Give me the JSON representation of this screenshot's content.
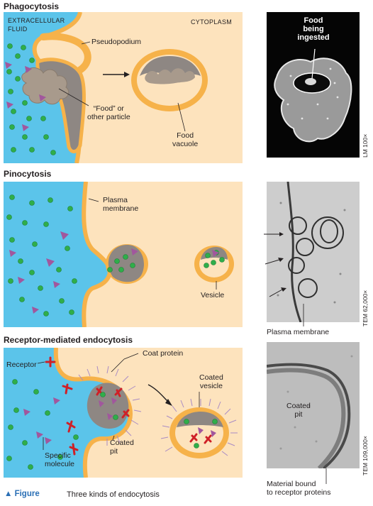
{
  "phagocytosis": {
    "title": "Phagocytosis",
    "extracellular_fluid": "Extracellular\nfluid",
    "cytoplasm": "Cytoplasm",
    "pseudopodium": "Pseudopodium",
    "food_particle": "“Food” or\nother particle",
    "food_vacuole": "Food\nvacuole",
    "micrograph_caption": "Food\nbeing\ningested",
    "magnification": "LM 100×"
  },
  "pinocytosis": {
    "title": "Pinocytosis",
    "plasma_membrane": "Plasma\nmembrane",
    "vesicle": "Vesicle",
    "micrograph_label": "Plasma membrane",
    "magnification": "TEM 62,000×"
  },
  "receptor": {
    "title": "Receptor-mediated endocytosis",
    "receptor_label": "Receptor",
    "coat_protein": "Coat protein",
    "coated_vesicle": "Coated\nvesicle",
    "coated_pit": "Coated\npit",
    "specific_molecule": "Specific\nmolecule",
    "micrograph_coated_pit": "Coated\npit",
    "material_bound": "Material bound\nto receptor proteins",
    "magnification": "TEM 109,000×"
  },
  "figure": {
    "label": "▲ Figure",
    "caption": "Three kinds of endocytosis"
  },
  "colors": {
    "fluid": "#5bc4ea",
    "cytoplasm": "#fde3bd",
    "membrane": "#f6b24a",
    "vacuole_interior": "#8e8783",
    "green_molecule": "#2fae4a",
    "purple_molecule": "#a1579d",
    "receptor": "#cf2027",
    "coat": "#a98bc4",
    "figure_label": "#2a6fb5"
  }
}
